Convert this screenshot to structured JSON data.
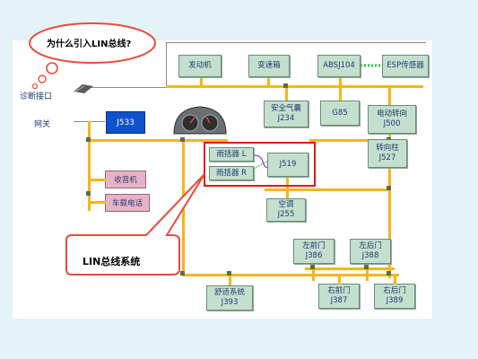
{
  "cloud_question": "为什么引入LIN总线?",
  "diag_port_label": "诊断接口",
  "gateway_label": "网关",
  "gateway_box": "J533",
  "modules": {
    "engine": "发动机",
    "gearbox": "变速箱",
    "abs": "ABSJ104",
    "esp": "ESP传感器",
    "airbag_name": "安全气囊",
    "airbag_code": "J234",
    "g85": "G85",
    "steering_name": "电动转向",
    "steering_code": "J500",
    "column_name": "转向柱",
    "column_code": "J527",
    "wiper_l": "雨括器 L",
    "wiper_r": "雨括器 R",
    "j519": "J519",
    "ac_name": "空调",
    "ac_code": "J255",
    "radio": "收音机",
    "phone": "车载电话",
    "front_left_name": "左前门",
    "front_left_code": "J386",
    "rear_left_name": "左后门",
    "rear_left_code": "J388",
    "front_right_name": "右前门",
    "front_right_code": "J387",
    "rear_right_name": "右后门",
    "rear_right_code": "J389",
    "comfort_name": "舒适系统",
    "comfort_code": "J393"
  },
  "callout_text": "LIN总线系统",
  "colors": {
    "bus": "#f4b718",
    "module_fill": "#c5dfcf",
    "gateway_fill": "#0e52cc",
    "media_fill": "#e7b2c6",
    "highlight": "#e01818",
    "background": "#e3f3f7"
  }
}
